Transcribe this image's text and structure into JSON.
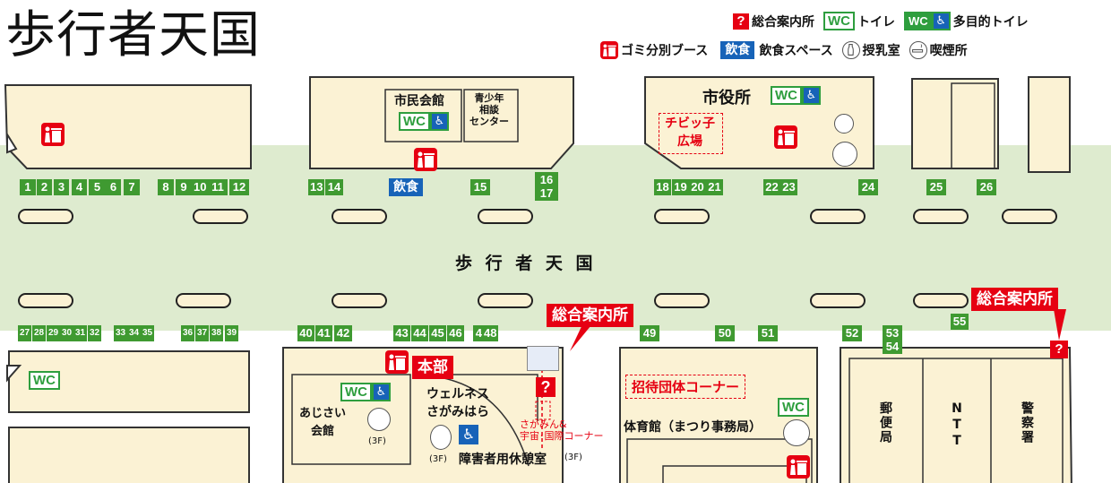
{
  "title": "歩行者天国",
  "street_label": "歩 行 者 天 国",
  "legend": {
    "info": "総合案内所",
    "toilet_badge": "WC",
    "toilet": "トイレ",
    "multi_badge": "WC",
    "multi_toilet": "多目的トイレ",
    "garbage": "ゴミ分別ブース",
    "food_badge": "飲食",
    "food": "飲食スペース",
    "nursing": "授乳室",
    "smoking": "喫煙所"
  },
  "buildings": {
    "shimin_kaikan": "市民会館",
    "seishonen": "青少年\n相談\nセンター",
    "shiyakusho": "市役所",
    "chibikko": "チビッ子\n広場",
    "ajisai": "あじさい\n会館",
    "ajisai_floor": "(3F)",
    "wellness": "ウェルネス\nさがみはら",
    "wellness_floor": "(3F)",
    "shogaisha": "障害者用休憩室",
    "shogaisha_floor": "(3F)",
    "sagamin": "さがみん&\n宇宙･国際コーナー",
    "shotai": "招待団体コーナー",
    "taiikukan": "体育館（まつり事務局）",
    "yubinkyoku": "郵便局",
    "ntt": "NTT",
    "keisatsu": "警察署"
  },
  "badges": {
    "wc": "WC",
    "food": "飲食",
    "honbu": "本部",
    "qmark": "?",
    "info_callout": "総合案内所",
    "wheel": "♿"
  },
  "booths_top": [
    "1",
    "2",
    "3",
    "4",
    "5",
    "6",
    "7",
    "8",
    "9",
    "10",
    "11",
    "12",
    "13",
    "14",
    "15",
    "16\n17",
    "18",
    "19",
    "20",
    "21",
    "22",
    "23",
    "24",
    "25",
    "26"
  ],
  "booths_bottom": [
    "27",
    "28",
    "29",
    "30",
    "31",
    "32",
    "33",
    "34",
    "35",
    "36",
    "37",
    "38",
    "39",
    "40",
    "41",
    "42",
    "43",
    "44",
    "45",
    "46",
    "47",
    "48",
    "49",
    "50",
    "51",
    "52",
    "53\n54",
    "55"
  ],
  "colors": {
    "street": "#deebcf",
    "building": "#fbf2d4",
    "booth": "#3f9a31",
    "accent_red": "#e60012",
    "wc_green": "#2e9e3e",
    "blue": "#1763b8"
  }
}
